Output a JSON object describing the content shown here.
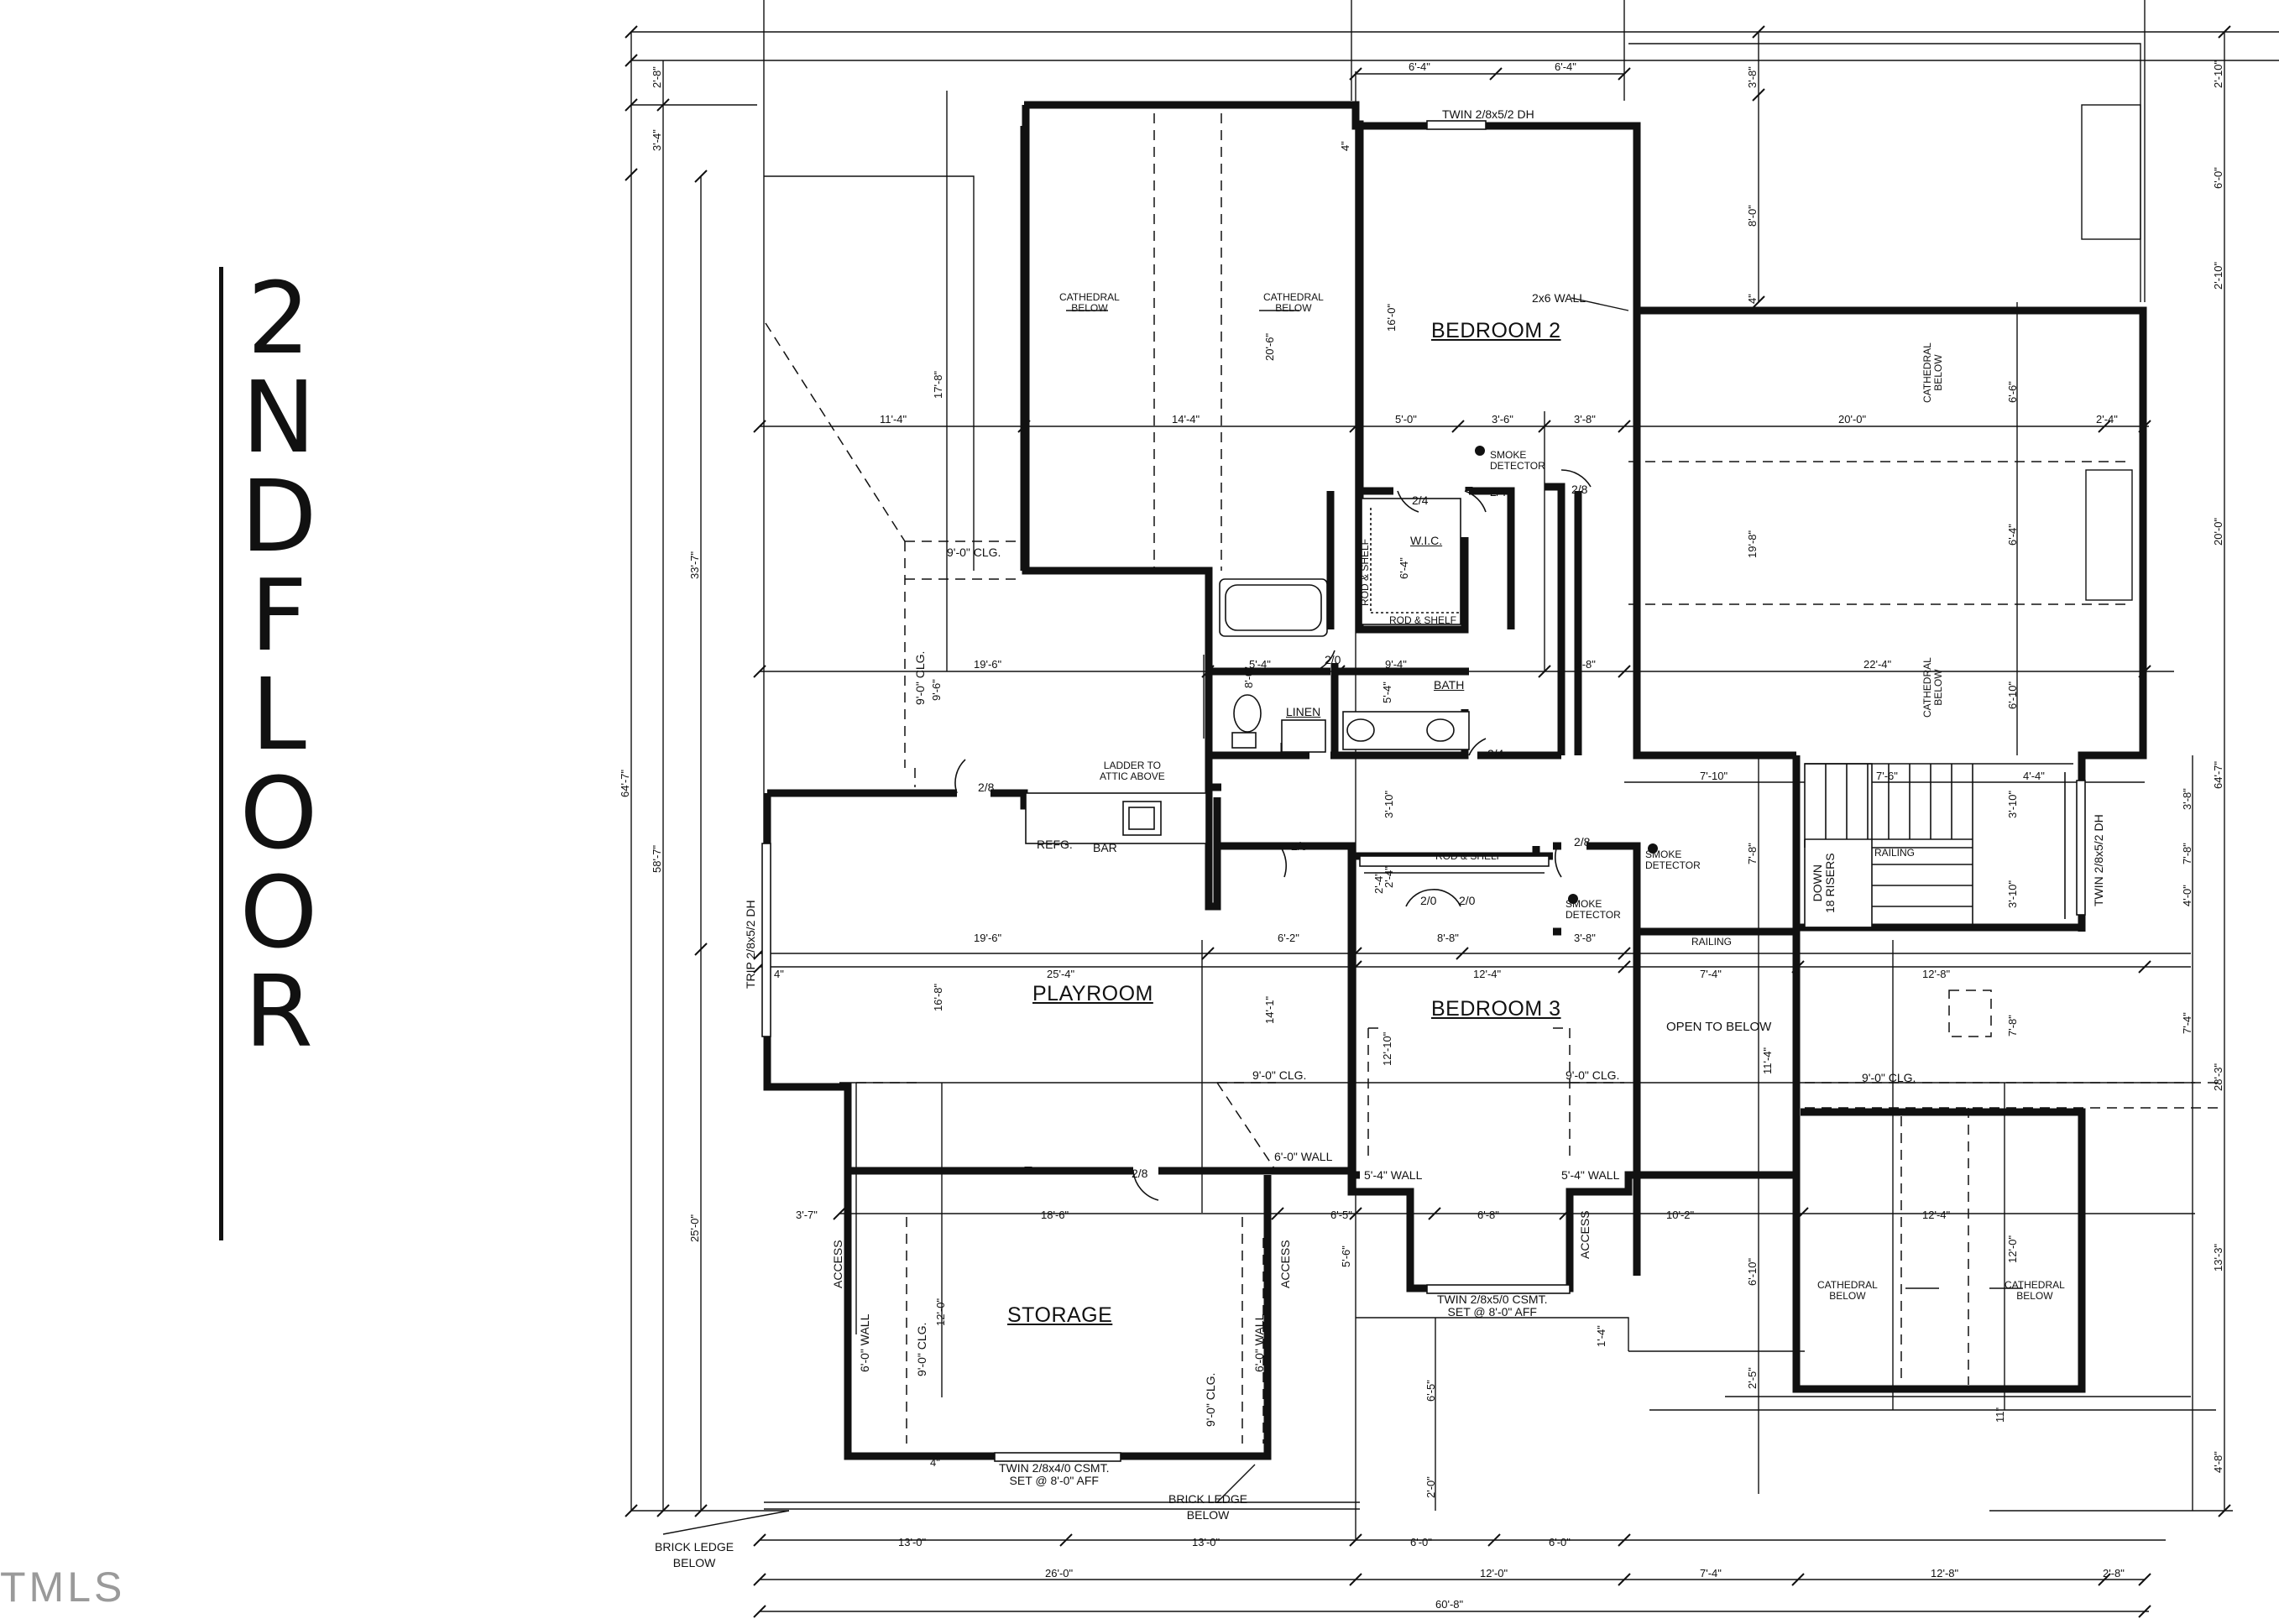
{
  "title_letters": [
    "2",
    "N",
    "D",
    "F",
    "L",
    "O",
    "O",
    "R"
  ],
  "watermark": "TMLS",
  "rooms": {
    "bedroom2": "BEDROOM 2",
    "bedroom3": "BEDROOM 3",
    "playroom": "PLAYROOM",
    "storage": "STORAGE",
    "bath": "BATH",
    "wic": "W.I.C.",
    "linen": "LINEN",
    "open_below": "OPEN TO BELOW"
  },
  "notes": {
    "twin_dh_top": "TWIN 2/8x5/2 DH",
    "wall_2x6": "2x6 WALL",
    "smoke": "SMOKE",
    "detector": "DETECTOR",
    "cathedral": "CATHEDRAL",
    "below": "BELOW",
    "clg_9": "9'-0\" CLG.",
    "rod_shelf": "ROD & SHELF",
    "ladder1": "LADDER TO",
    "ladder2": "ATTIC ABOVE",
    "refg": "REFG.",
    "bar": "BAR",
    "railing": "RAILING",
    "down": "DOWN",
    "risers": "18 RISERS",
    "twin_dh_right": "TWIN 2/8x5/2 DH",
    "trip_dh": "TRIP 2/8x5/2 DH",
    "access": "ACCESS",
    "wall_6": "6'-0\" WALL",
    "wall_54": "5'-4\" WALL",
    "csmt_storage_1": "TWIN 2/8x4/0 CSMT.",
    "csmt_storage_2": "SET @ 8'-0\" AFF",
    "csmt_bed3_1": "TWIN 2/8x5/0 CSMT.",
    "csmt_bed3_2": "SET @ 8'-0\" AFF",
    "brick1": "BRICK LEDGE",
    "brick2": "BELOW",
    "door_28": "2/8",
    "door_24": "2/4",
    "door_20": "2/0"
  },
  "dims": {
    "d_6_4": "6'-4\"",
    "d_11_4": "11'-4\"",
    "d_14_4": "14'-4\"",
    "d_5_0": "5'-0\"",
    "d_3_6": "3'-6\"",
    "d_3_8": "3'-8\"",
    "d_20_0": "20'-0\"",
    "d_2_4": "2'-4\"",
    "d_19_6": "19'-6\"",
    "d_5_4": "5'-4\"",
    "d_9_4": "9'-4\"",
    "d_22_4": "22'-4\"",
    "d_7_10": "7'-10\"",
    "d_7_6": "7'-6\"",
    "d_4_4": "4'-4\"",
    "d_6_2": "6'-2\"",
    "d_8_8": "8'-8\"",
    "d_25_4": "25'-4\"",
    "d_12_4": "12'-4\"",
    "d_7_4": "7'-4\"",
    "d_12_8": "12'-8\"",
    "d_3_7": "3'-7\"",
    "d_18_6": "18'-6\"",
    "d_6_5": "6'-5\"",
    "d_6_8": "6'-8\"",
    "d_10_2": "10'-2\"",
    "d_13_0": "13'-0\"",
    "d_6_0": "6'-0\"",
    "d_26_0": "26'-0\"",
    "d_12_0": "12'-0\"",
    "d_2_8": "2'-8\"",
    "d_60_8": "60'-8\"",
    "d_64_7": "64'-7\"",
    "d_58_7": "58'-7\"",
    "d_33_7": "33'-7\"",
    "d_25_0": "25'-0\"",
    "d_3_4": "3'-4\"",
    "d_17_8": "17'-8\"",
    "d_20_6": "20'-6\"",
    "d_16_0": "16'-0\"",
    "d_9_6": "9'-6\"",
    "d_16_8": "16'-8\"",
    "d_14_1": "14'-1\"",
    "d_12_10": "12'-10\"",
    "d_3_8v": "3'-8\"",
    "d_8_0": "8'-0\"",
    "d_2_10": "2'-10\"",
    "d_6_0v": "6'-0\"",
    "d_19_8": "19'-8\"",
    "d_6_6": "6'-6\"",
    "d_6_4v": "6'-4\"",
    "d_6_10": "6'-10\"",
    "d_20_0v": "20'-0\"",
    "d_3_10": "3'-10\"",
    "d_7_8": "7'-8\"",
    "d_4_0": "4'-0\"",
    "d_28_3": "28'-3\"",
    "d_11_4v": "11'-4\"",
    "d_13_3": "13'-3\"",
    "d_4_8": "4'-8\"",
    "d_2_5": "2'-5\"",
    "d_11": "11\"",
    "d_5_6": "5'-6\"",
    "d_6_5v": "6'-5\"",
    "d_2_0": "2'-0\"",
    "d_1_4": "1'-4\"",
    "d_12_0v": "12'-0\"",
    "d_4": "4\"",
    "d_8_0v": "8'-0\""
  }
}
